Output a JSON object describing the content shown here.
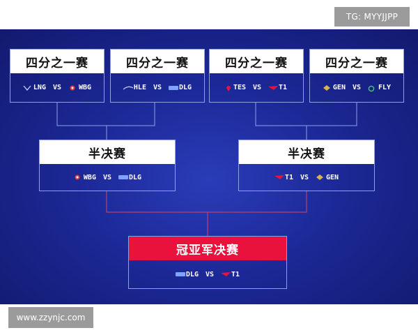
{
  "watermarks": {
    "top": "TG: MYYJJPP",
    "bottom": "www.zzynjc.com"
  },
  "quarterfinals": [
    {
      "title": "四分之一赛",
      "team_a": "LNG",
      "vs": "VS",
      "team_b": "WBG",
      "logo_a": "lng-logo-icon",
      "logo_b": "wbg-logo-icon"
    },
    {
      "title": "四分之一赛",
      "team_a": "HLE",
      "vs": "VS",
      "team_b": "DLG",
      "logo_a": "hle-logo-icon",
      "logo_b": "dlg-logo-icon"
    },
    {
      "title": "四分之一赛",
      "team_a": "TES",
      "vs": "VS",
      "team_b": "T1",
      "logo_a": "tes-logo-icon",
      "logo_b": "t1-logo-icon"
    },
    {
      "title": "四分之一赛",
      "team_a": "GEN",
      "vs": "VS",
      "team_b": "FLY",
      "logo_a": "gen-logo-icon",
      "logo_b": "fly-logo-icon"
    }
  ],
  "semifinals": [
    {
      "title": "半决赛",
      "team_a": "WBG",
      "vs": "VS",
      "team_b": "DLG",
      "logo_a": "wbg-logo-icon",
      "logo_b": "dlg-logo-icon"
    },
    {
      "title": "半决赛",
      "team_a": "T1",
      "vs": "VS",
      "team_b": "GEN",
      "logo_a": "t1-logo-icon",
      "logo_b": "gen-logo-icon"
    }
  ],
  "final": {
    "title": "冠亚军决赛",
    "team_a": "DLG",
    "vs": "VS",
    "team_b": "T1",
    "logo_a": "dlg-logo-icon",
    "logo_b": "t1-logo-icon"
  },
  "colors": {
    "background": "#1c2896",
    "card_title_bg": "#ffffff",
    "final_title_bg": "#e8123c",
    "connector_quarter": "#8fa0e8",
    "connector_semi": "#e0405a"
  }
}
